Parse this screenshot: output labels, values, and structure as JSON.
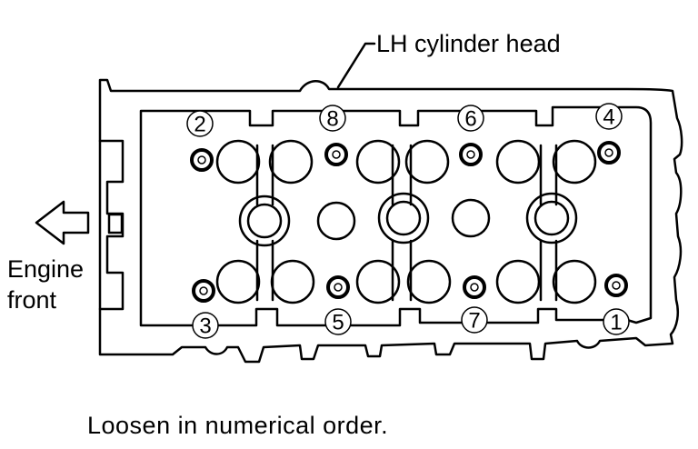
{
  "diagram": {
    "head_label": "LH cylinder head",
    "engine_front_line1": "Engine",
    "engine_front_line2": "front",
    "caption": "Loosen in numerical order.",
    "bolts": [
      {
        "id": "bolt-1",
        "number": "1"
      },
      {
        "id": "bolt-2",
        "number": "2"
      },
      {
        "id": "bolt-3",
        "number": "3"
      },
      {
        "id": "bolt-4",
        "number": "4"
      },
      {
        "id": "bolt-5",
        "number": "5"
      },
      {
        "id": "bolt-6",
        "number": "6"
      },
      {
        "id": "bolt-7",
        "number": "7"
      },
      {
        "id": "bolt-8",
        "number": "8"
      }
    ],
    "ink_color": "#000000",
    "paper_color": "#ffffff"
  }
}
